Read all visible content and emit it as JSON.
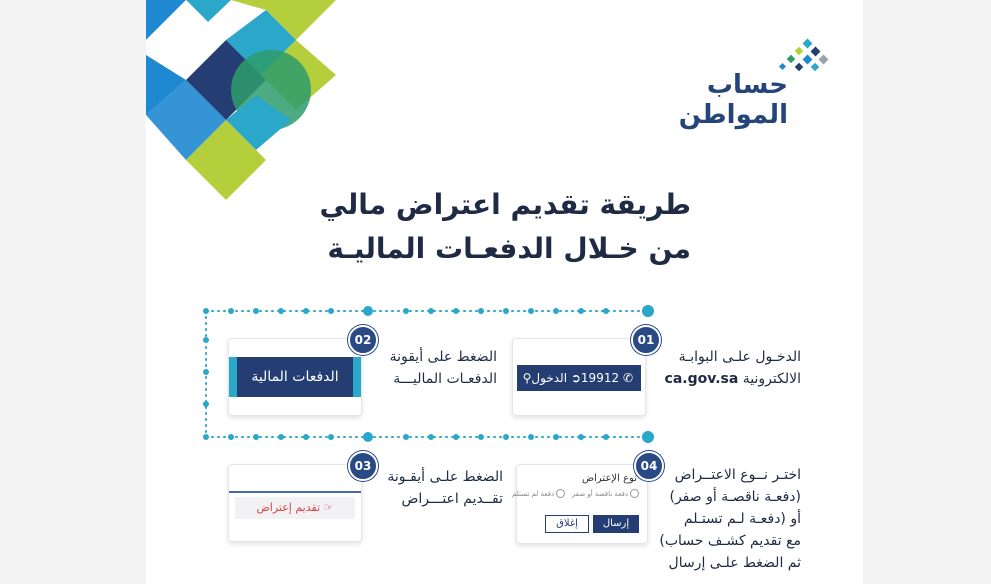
{
  "logo": {
    "line1": "حساب",
    "line2": "المواطن"
  },
  "heading": {
    "line1": "طريقة تقديم اعتراض مالي",
    "line2": "من خـلال الدفعـات الماليـة"
  },
  "steps": [
    {
      "number": "01",
      "text_line1": "الدخـول علـى البوابـة",
      "text_line2": "الالكترونية",
      "domain": "ca.gov.sa",
      "card": {
        "phone": "19912",
        "login": "الدخول"
      }
    },
    {
      "number": "02",
      "text_line1": "الضغط على أيقونة",
      "text_line2": "الدفعـات الماليـــة",
      "card": {
        "button": "الدفعات المالية"
      }
    },
    {
      "number": "03",
      "text_line1": "الضغط علـى أيقـونة",
      "text_line2": "تقــديم اعتـــراض",
      "card": {
        "button": "تقديم إعتراض"
      }
    },
    {
      "number": "04",
      "text_line1": "اختـر نــوع الاعتــراض",
      "text_line2": "(دفعـة ناقصـة أو صفر)",
      "text_line3": "أو (دفعـة لـم تستـلم",
      "text_line4": "مع تقديم كشـف حساب)",
      "text_line5": "ثم الضغط علـى إرسال",
      "card": {
        "title": "نوع الإعتراض",
        "option1": "دفعة ناقصة أو صفر",
        "option2": "دفعة لم تستلم",
        "send": "إرسال",
        "close": "إغلاق"
      }
    }
  ],
  "colors": {
    "navy": "#243e73",
    "teal": "#2aa7c9",
    "lime": "#b5cf3c",
    "blue": "#1e88d0"
  }
}
